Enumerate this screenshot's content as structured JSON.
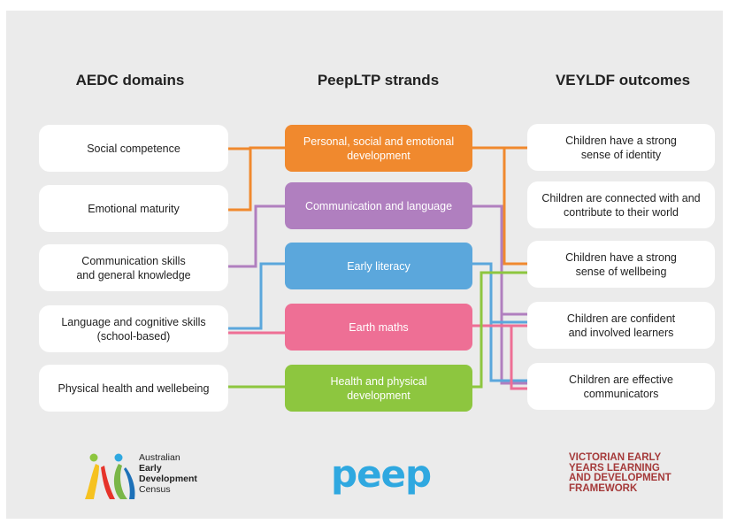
{
  "headers": {
    "left": "AEDC domains",
    "middle": "PeepLTP strands",
    "right": "VEYLDF outcomes"
  },
  "aedc_domains": [
    "Social competence",
    "Emotional maturity",
    "Communication skills\nand general knowledge",
    "Language and cognitive skills\n(school-based)",
    "Physical health and wellebeing"
  ],
  "peep_strands": [
    {
      "label": "Personal, social and emotional\ndevelopment",
      "color": "#f0892e"
    },
    {
      "label": "Communication and language",
      "color": "#b07fbf"
    },
    {
      "label": "Early literacy",
      "color": "#5ba7dc"
    },
    {
      "label": "Earth maths",
      "color": "#ee6f95"
    },
    {
      "label": "Health and physical\ndevelopment",
      "color": "#8dc63f"
    }
  ],
  "veyldf_outcomes": [
    "Children have a strong\nsense of identity",
    "Children are connected with and\ncontribute to their world",
    "Children have a strong\nsense of wellbeing",
    "Children are confident\nand involved learners",
    "Children are effective\ncommunicators"
  ],
  "logos": {
    "aedc": {
      "line1": "Australian",
      "line2": "Early",
      "line3": "Development",
      "line4": "Census"
    },
    "peep": "peep",
    "veyldf": "VICTORIAN EARLY\nYEARS LEARNING\nAND DEVELOPMENT\nFRAMEWORK"
  }
}
